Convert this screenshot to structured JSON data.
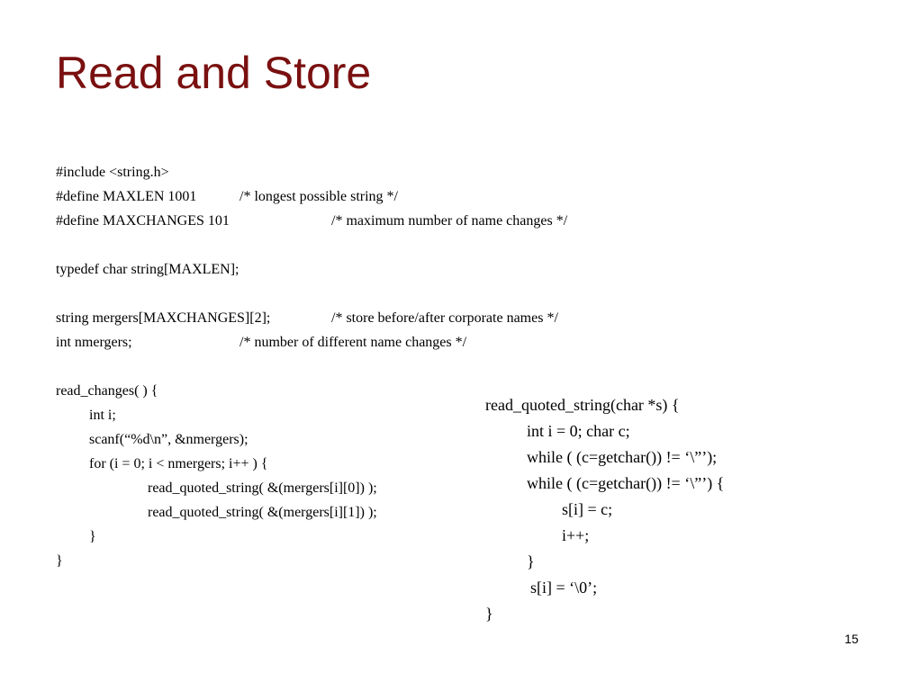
{
  "slide": {
    "title": "Read and Store",
    "page_number": "15"
  },
  "left_code": {
    "lines": [
      "#include <string.h>",
      "#define MAXLEN 1001",
      "/* longest possible string */",
      "#define MAXCHANGES 101",
      "/* maximum number of name changes */",
      "typedef char string[MAXLEN];",
      "string mergers[MAXCHANGES][2];",
      "/* store before/after corporate names */",
      "int nmergers;",
      "/* number of different name changes */",
      "read_changes( ) {",
      "int i;",
      "scanf(“%d\\n”, &nmergers);",
      "for (i = 0; i < nmergers; i++ ) {",
      "read_quoted_string( &(mergers[i][0]) );",
      "read_quoted_string( &(mergers[i][1]) );",
      "}",
      "}"
    ]
  },
  "right_code": {
    "lines": [
      "read_quoted_string(char *s) {",
      "int i = 0; char c;",
      "while ( (c=getchar()) != ‘\\”’);",
      "while ( (c=getchar()) != ‘\\”’) {",
      "s[i] = c;",
      "i++;",
      "}",
      "s[i] = ‘\\0’;",
      "}"
    ]
  }
}
